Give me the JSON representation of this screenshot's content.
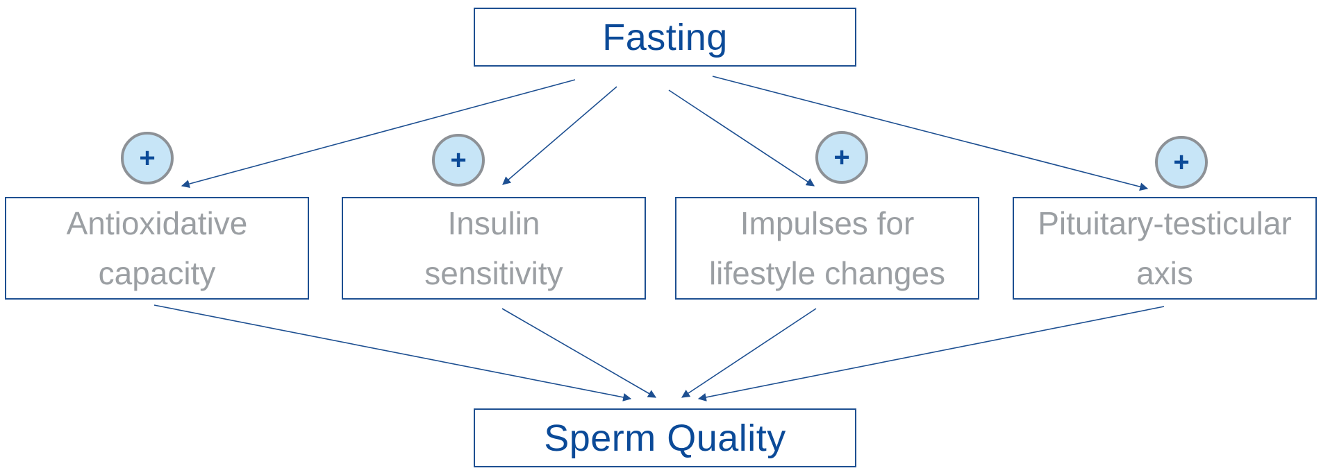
{
  "diagram": {
    "top_node": {
      "label": "Fasting"
    },
    "bottom_node": {
      "label": "Sperm Quality"
    },
    "effect_symbol": "+",
    "factors": [
      {
        "label": "Antioxidative\ncapacity"
      },
      {
        "label": "Insulin\nsensitivity"
      },
      {
        "label": "Impulses for\nlifestyle changes"
      },
      {
        "label": "Pituitary-testicular\naxis"
      }
    ],
    "colors": {
      "accent": "#0b4a98",
      "border": "#1d4f91",
      "factor_text": "#9b9fa3",
      "badge_fill": "#c7e5f7",
      "badge_ring": "#8d9196",
      "arrow": "#1d4f91"
    }
  }
}
